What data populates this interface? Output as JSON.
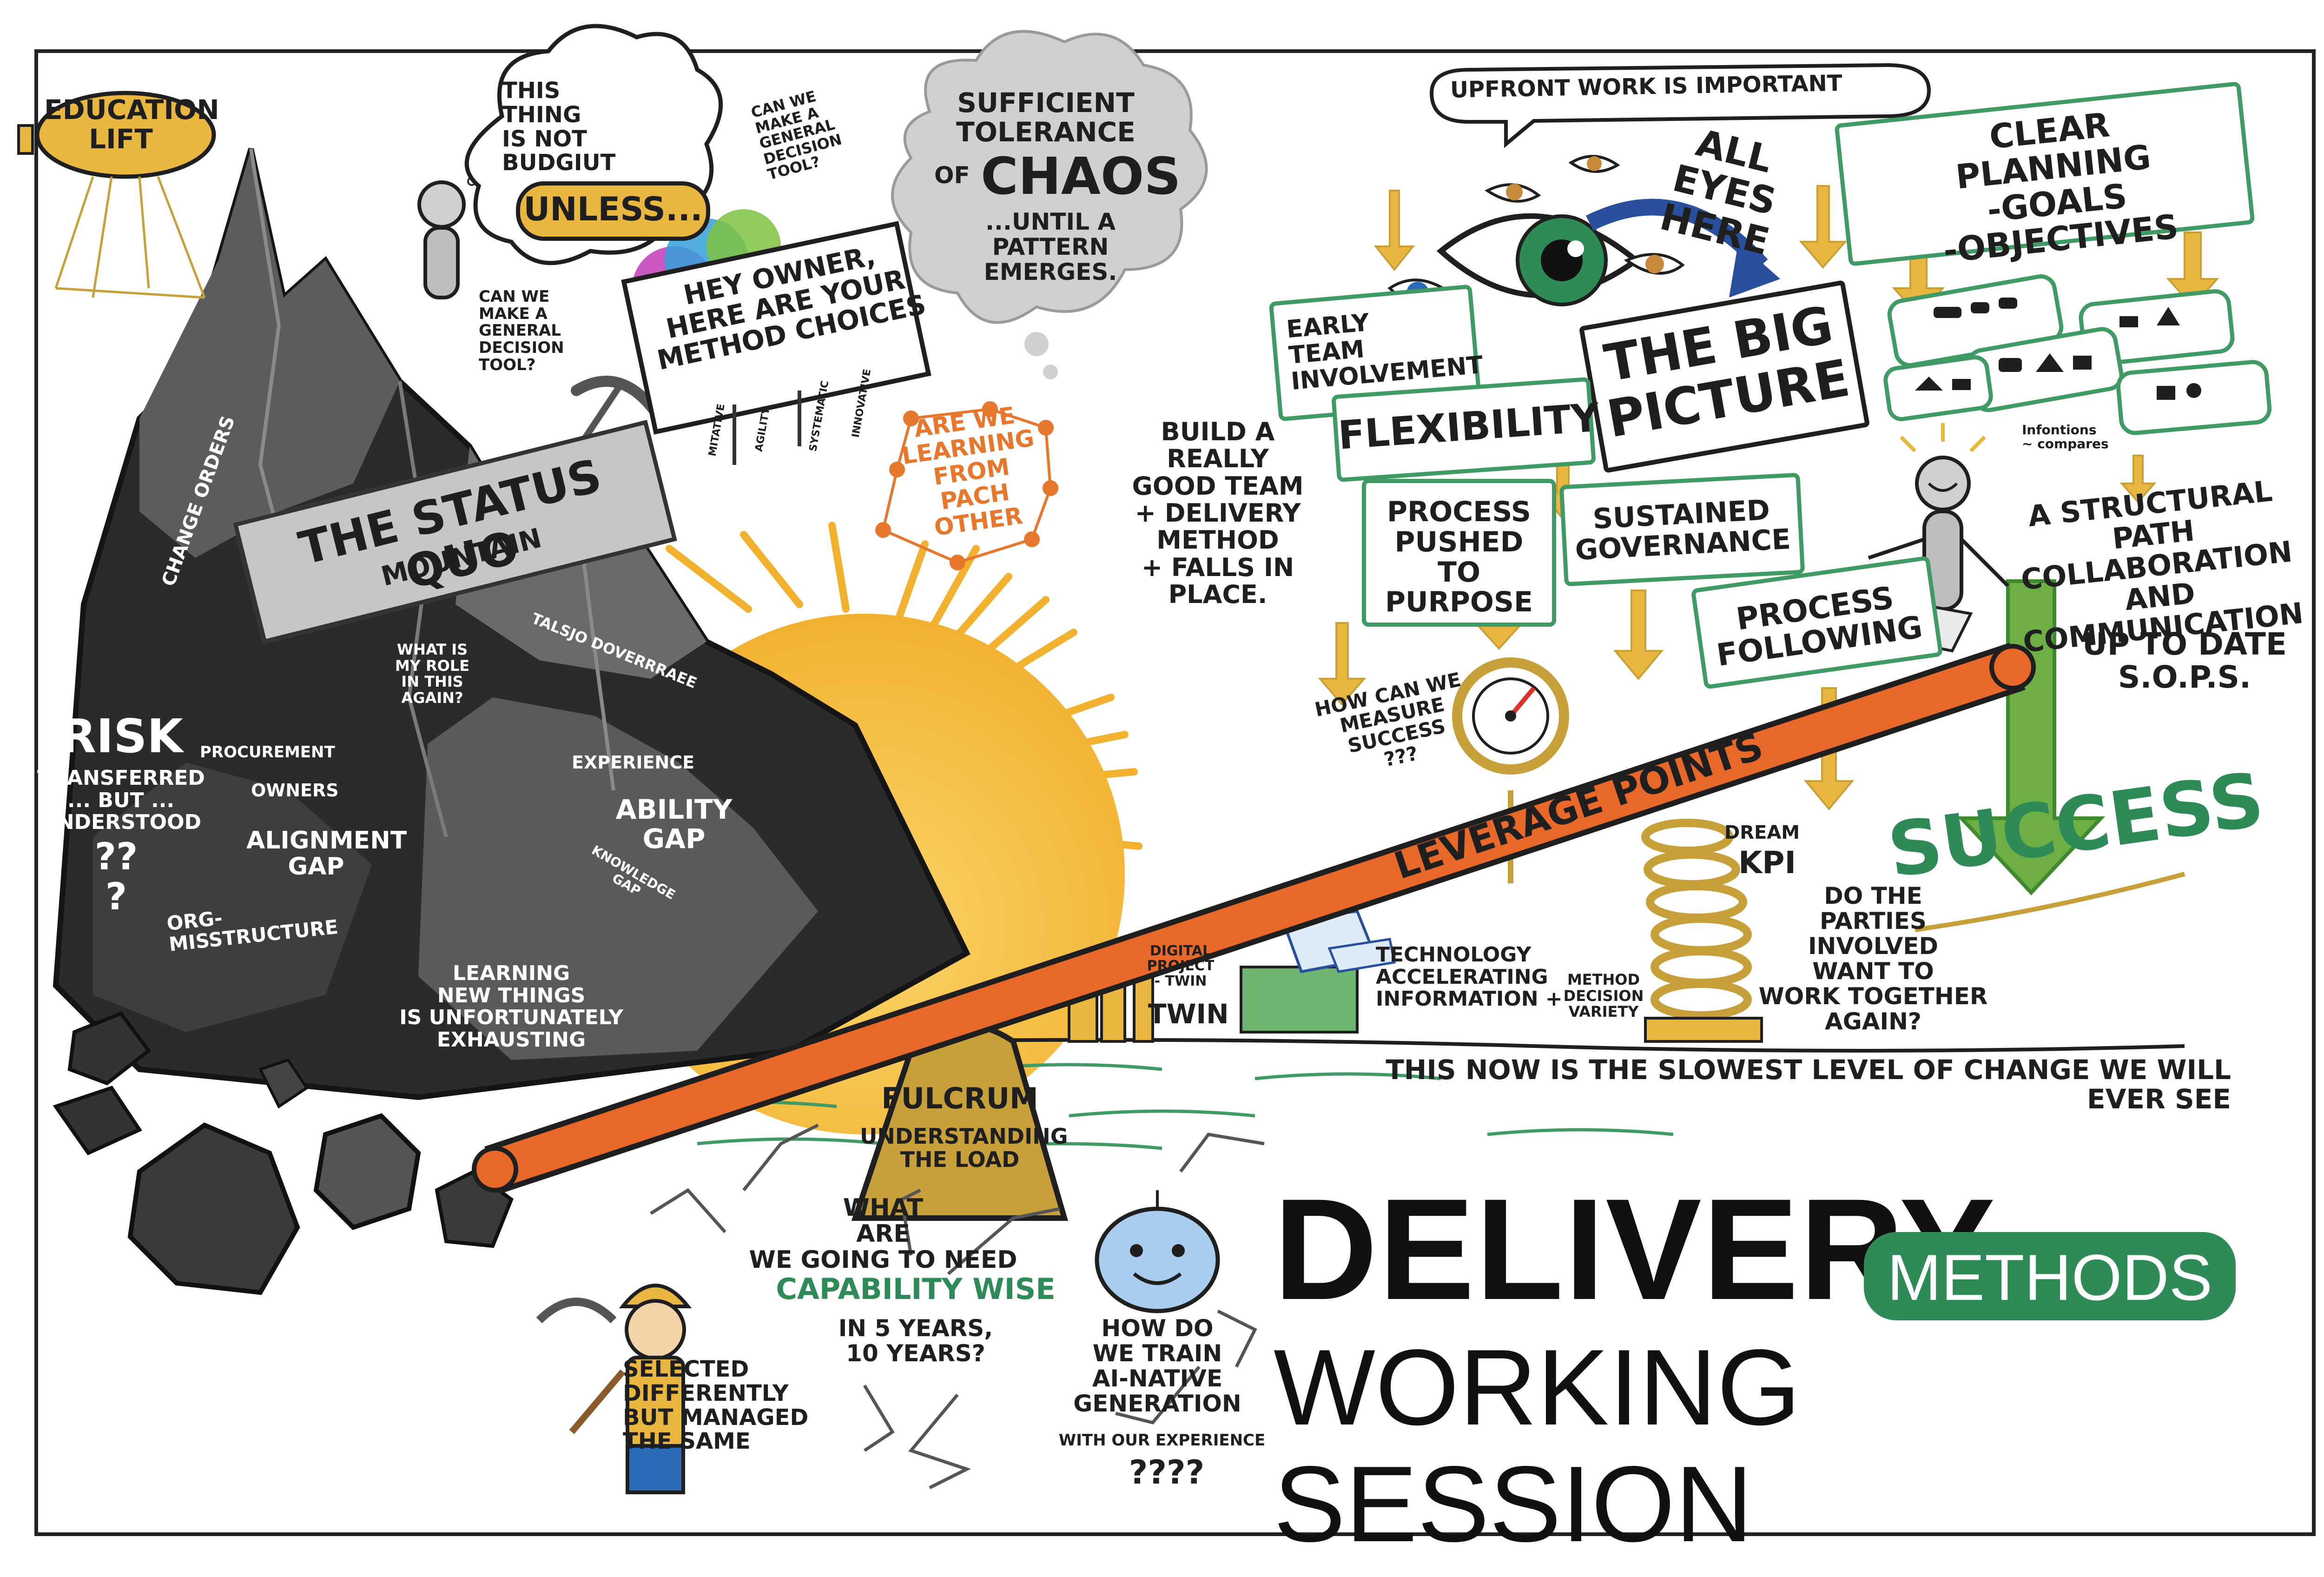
{
  "title": {
    "line1": "DELIVERY",
    "badge": "METHODS",
    "line2": "WORKING SESSION"
  },
  "mountain": {
    "banner_main": "THE STATUS QUO",
    "banner_sub": "MOUNTAIN",
    "change_orders": "CHANGE ORDERS",
    "risk": "RISK",
    "risk_detail": "TRANSFERRED\n... BUT ...\nUNDERSTOOD",
    "risk_q": "??\n?",
    "procurement": "PROCUREMENT",
    "owners": "OWNERS",
    "alignment_gap": "ALIGNMENT\nGAP",
    "org_misstructure": "ORG-MISSTRUCTURE",
    "role_question": "WHAT IS\nMY ROLE\nIN THIS\nAGAIN?",
    "talsjo": "TALSJO DOVERRRAEE",
    "experience": "EXPERIENCE",
    "ability_gap": "ABILITY\nGAP",
    "knowledge_gap": "KNOWLEDGE\nGAP",
    "learning": "LEARNING\nNEW THINGS\nIS UNFORTUNATELY\nEXHAUSTING"
  },
  "education_lift": "EDUCATION\nLIFT",
  "thought_bubble": {
    "text": "THIS\nTHING\nIS NOT\nBUDGIUT",
    "unless": "UNLESS..."
  },
  "decision_tool_1": "CAN WE\nMAKE A\nGENERAL\nDECISION\nTOOL?",
  "decision_tool_2": "CAN WE\nMAKE A\nGENERAL\nDECISION\nTOOL?",
  "owner_sign": {
    "text": "HEY OWNER,\nHERE ARE YOUR\nMETHOD CHOICES",
    "tags": [
      "MITATIVE",
      "AGILITY",
      "SYSTEMATIC",
      "INNOVATIVE"
    ]
  },
  "chaos_cloud": {
    "line1": "SUFFICIENT\nTOLERANCE",
    "of": "OF",
    "chaos": "CHAOS",
    "rest": "...UNTIL A\nPATTERN\nEMERGES."
  },
  "learning_network": "ARE WE\nLEARNING\nFROM\nPACH\nOTHER",
  "right_side": {
    "upfront": "UPFRONT WORK IS IMPORTANT",
    "all_eyes": "ALL\nEYES\nHERE",
    "early_team": "EARLY\nTEAM\nINVOLVEMENT",
    "big_picture": "THE BIG\nPICTURE",
    "flexibility": "FLEXIBILITY",
    "build_team": "BUILD A\nREALLY\nGOOD TEAM\n+ DELIVERY\nMETHOD\n+ FALLS IN\nPLACE.",
    "process_pushed": "PROCESS\nPUSHED\nTO PURPOSE",
    "sustained_governance": "SUSTAINED\nGOVERNANCE",
    "process_following": "PROCESS\nFOLLOWING",
    "clear_planning": "CLEAR\nPLANNING\n-GOALS\n-OBJECTIVES",
    "infontions": "Infontions\n~ compares",
    "structural_path": "A STRUCTURAL PATH\nCOLLABORATION\nAND\nCOMMUNICATION",
    "sops": "UP TO DATE\nS.O.P.s.",
    "success": "SUCCESS",
    "measure": "HOW CAN WE\nMEASURE\nSUCCESS\n???",
    "dream_kpi_label": "DREAM",
    "dream_kpi": "KPI",
    "parties": "DO THE\nPARTIES\nINVOLVED\nWANT TO\nWORK TOGETHER\nAGAIN?"
  },
  "lever": {
    "beam": "LEVERAGE POINTS",
    "fulcrum": "FULCRUM",
    "fulcrum_sub": "UNDERSTANDING\nTHE LOAD"
  },
  "ground": {
    "digital_twin_small": "DIGITAL\nPROJECT\n- TWIN",
    "digital_twin": "TWIN",
    "technology": "TECHNOLOGY\nACCELERATING\nINFORMATION +",
    "method_variety": "METHOD\nDECISION\nVARIETY",
    "slowest": "THIS NOW IS THE SLOWEST LEVEL OF CHANGE WE WILL\nEVER SEE"
  },
  "bottom": {
    "capability_q": "WHAT\nARE\nWE GOING TO NEED",
    "capability_wise": "CAPABILITY WISE",
    "capability_years": "IN 5 YEARS,\n10 YEARS?",
    "selected": "SELECTED\nDIFFERENTLY\nBUT MANAGED\nTHE SAME",
    "train": "HOW DO\nWE TRAIN\nAI-NATIVE\nGENERATION",
    "train_sub": "WITH OUR EXPERIENCE",
    "train_q": "????"
  }
}
